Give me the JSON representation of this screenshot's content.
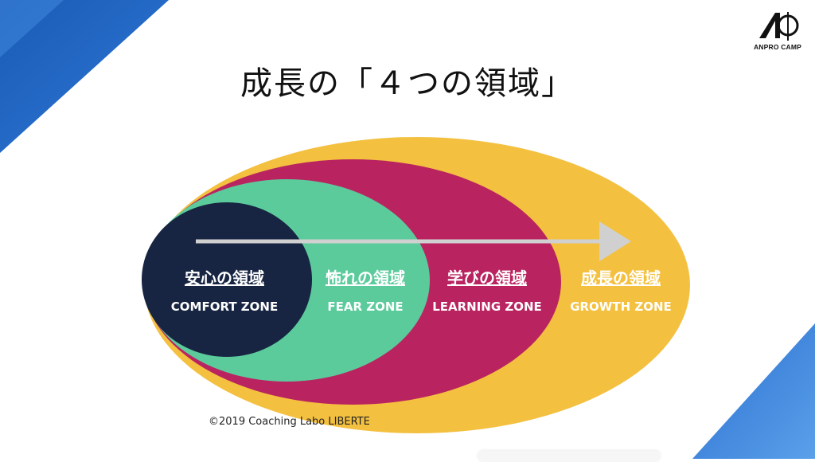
{
  "title": "成長の「４つの領域」",
  "logo": {
    "text": "ANPRO CAMP"
  },
  "credit": "©2019 Coaching Labo LIBERTE",
  "zones": [
    {
      "jp": "安心の領域",
      "en": "COMFORT ZONE",
      "color": "#172542",
      "text_color": "#ffffff"
    },
    {
      "jp": "怖れの領域",
      "en": "FEAR ZONE",
      "color": "#5ccb9c",
      "text_color": "#ffffff"
    },
    {
      "jp": "学びの領域",
      "en": "LEARNING ZONE",
      "color": "#b92460",
      "text_color": "#ffffff"
    },
    {
      "jp": "成長の領域",
      "en": "GROWTH ZONE",
      "color": "#f3c040",
      "text_color": "#ffffff"
    }
  ],
  "arrow_color": "#d0d0d0",
  "accent_colors": {
    "corner_blue": "#1f63c0",
    "corner_blue_light": "#4a8fe0"
  }
}
